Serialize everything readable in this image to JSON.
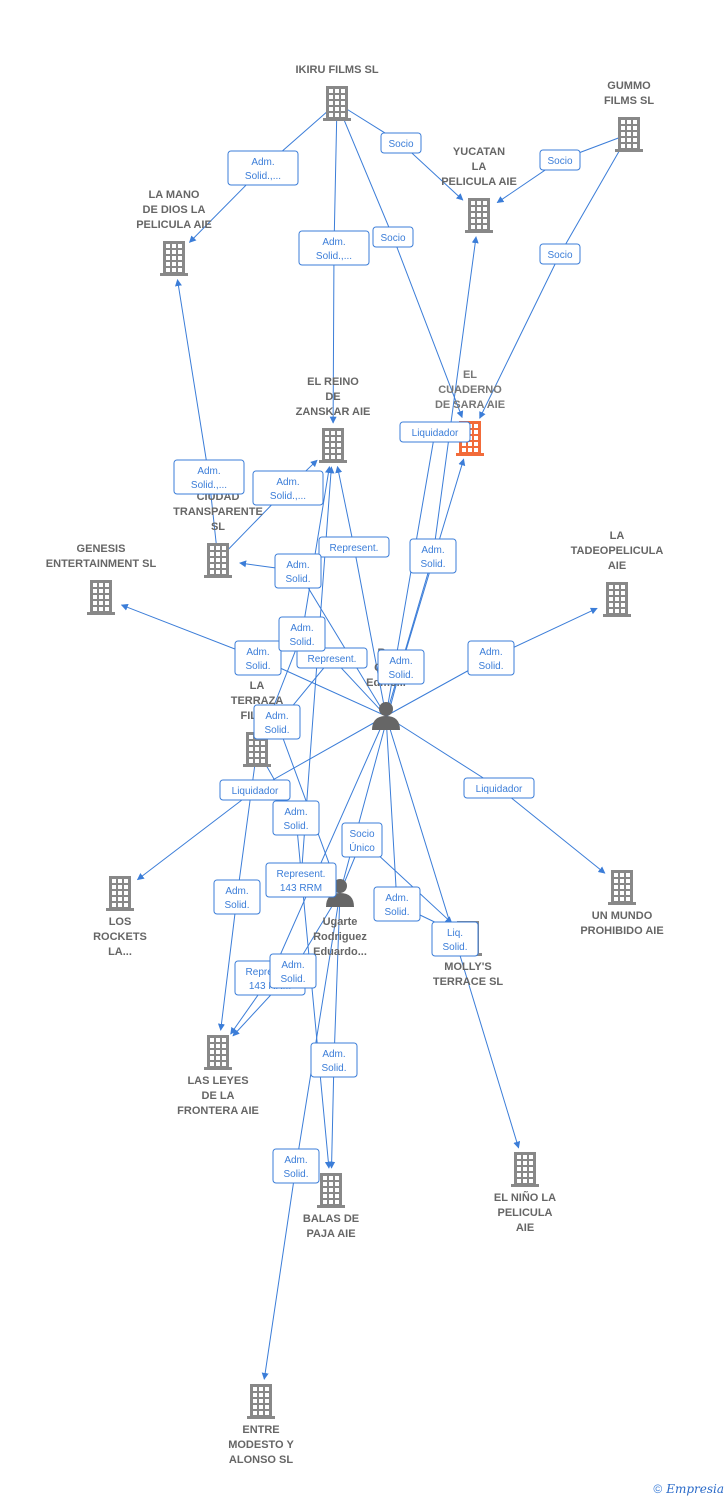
{
  "colors": {
    "accent": "#3b7dd8",
    "building": "#888888",
    "main_building": "#f26b3a",
    "person": "#666666"
  },
  "nodes": [
    {
      "id": "ikiru",
      "type": "building",
      "lines": [
        "IKIRU FILMS SL"
      ]
    },
    {
      "id": "gummo",
      "type": "building",
      "lines": [
        "GUMMO",
        "FILMS SL"
      ]
    },
    {
      "id": "yucatan",
      "type": "building",
      "lines": [
        "YUCATAN",
        "LA",
        "PELICULA AIE"
      ]
    },
    {
      "id": "lamano",
      "type": "building",
      "lines": [
        "LA MANO",
        "DE DIOS LA",
        "PELICULA AIE"
      ]
    },
    {
      "id": "reino",
      "type": "building",
      "lines": [
        "EL REINO",
        "DE",
        "ZANSKAR  AIE"
      ]
    },
    {
      "id": "cuaderno",
      "type": "building",
      "main": true,
      "lines": [
        "EL",
        "CUADERNO",
        "DE SARA AIE"
      ]
    },
    {
      "id": "ciudad",
      "type": "building",
      "lines": [
        "CIUDAD",
        "TRANSPARENTE",
        "SL"
      ]
    },
    {
      "id": "genesis",
      "type": "building",
      "lines": [
        "GENESIS",
        "ENTERTAINMENT SL"
      ]
    },
    {
      "id": "tadeo",
      "type": "building",
      "lines": [
        "LA",
        "TADEOPELICULA",
        "AIE"
      ]
    },
    {
      "id": "terraza",
      "type": "building",
      "lines": [
        "LA",
        "TERRAZA",
        "FILMS"
      ]
    },
    {
      "id": "rojo",
      "type": "person",
      "lines": [
        "R...",
        "Co...",
        "Edmo..."
      ]
    },
    {
      "id": "rockets",
      "type": "building",
      "lines": [
        "LOS",
        "ROCKETS",
        "LA..."
      ]
    },
    {
      "id": "ugarte",
      "type": "person",
      "lines": [
        "Ugarte",
        "Rodriguez",
        "Eduardo..."
      ]
    },
    {
      "id": "mundo",
      "type": "building",
      "lines": [
        "UN MUNDO",
        "PROHIBIDO AIE"
      ]
    },
    {
      "id": "mollys",
      "type": "building",
      "lines": [
        "MOLLY'S",
        "TERRACE  SL"
      ]
    },
    {
      "id": "leyes",
      "type": "building",
      "lines": [
        "LAS LEYES",
        "DE LA",
        "FRONTERA  AIE"
      ]
    },
    {
      "id": "balas",
      "type": "building",
      "lines": [
        "BALAS DE",
        "PAJA AIE"
      ]
    },
    {
      "id": "nino",
      "type": "building",
      "lines": [
        "EL NIÑO LA",
        "PELICULA",
        "AIE"
      ]
    },
    {
      "id": "entre",
      "type": "building",
      "lines": [
        "ENTRE",
        "MODESTO Y",
        "ALONSO  SL"
      ]
    }
  ],
  "edges": [
    {
      "from": "ikiru",
      "to": "lamano",
      "label": [
        "Adm.",
        "Solid.,..."
      ]
    },
    {
      "from": "ikiru",
      "to": "yucatan",
      "label": [
        "Socio"
      ]
    },
    {
      "from": "ikiru",
      "to": "cuaderno",
      "label": [
        "Socio"
      ]
    },
    {
      "from": "ikiru",
      "to": "reino",
      "label": [
        "Adm.",
        "Solid.,..."
      ]
    },
    {
      "from": "gummo",
      "to": "yucatan",
      "label": [
        "Socio"
      ]
    },
    {
      "from": "gummo",
      "to": "cuaderno",
      "label": [
        "Socio"
      ]
    },
    {
      "from": "rojo",
      "to": "cuaderno",
      "label": [
        "Liquidador"
      ]
    },
    {
      "from": "rojo",
      "to": "yucatan",
      "label": [
        "Adm.",
        "Solid."
      ]
    },
    {
      "from": "rojo",
      "to": "reino",
      "label": [
        "Represent."
      ]
    },
    {
      "from": "rojo",
      "to": "ciudad",
      "label": [
        "Adm.",
        "Solid."
      ]
    },
    {
      "from": "rojo",
      "to": "genesis",
      "label": [
        "Adm.",
        "Solid."
      ]
    },
    {
      "from": "rojo",
      "to": "tadeo",
      "label": [
        "Adm.",
        "Solid."
      ]
    },
    {
      "from": "rojo",
      "to": "mundo",
      "label": [
        "Liquidador"
      ]
    },
    {
      "from": "rojo",
      "to": "rockets",
      "label": [
        "Liquidador"
      ]
    },
    {
      "from": "rojo",
      "to": "mollys",
      "label": [
        "Adm.",
        "Solid."
      ]
    },
    {
      "from": "rojo",
      "to": "nino",
      "label": [
        "Liq.",
        "Solid."
      ]
    },
    {
      "from": "rojo",
      "to": "leyes",
      "label": [
        "Represent.",
        "143 RRM"
      ]
    },
    {
      "from": "rojo",
      "to": "terraza",
      "label": [
        "Represent."
      ]
    },
    {
      "from": "ciudad",
      "to": "lamano",
      "label": [
        "Adm.",
        "Solid.,..."
      ]
    },
    {
      "from": "ciudad",
      "to": "reino",
      "label": [
        "Adm.",
        "Solid.,..."
      ]
    },
    {
      "from": "terraza",
      "to": "reino",
      "label": [
        "Adm.",
        "Solid."
      ]
    },
    {
      "from": "terraza",
      "to": "leyes",
      "label": [
        "Adm.",
        "Solid."
      ]
    },
    {
      "from": "terraza",
      "to": "balas",
      "label": [
        "Adm.",
        "Solid."
      ]
    },
    {
      "from": "ugarte",
      "to": "reino",
      "label": [
        "Represent.",
        "143 RRM"
      ]
    },
    {
      "from": "ugarte",
      "to": "cuaderno",
      "label": [
        "Adm.",
        "Solid."
      ]
    },
    {
      "from": "ugarte",
      "to": "terraza",
      "label": [
        "Adm.",
        "Solid."
      ]
    },
    {
      "from": "ugarte",
      "to": "mollys",
      "label": [
        "Socio",
        "Único"
      ]
    },
    {
      "from": "ugarte",
      "to": "leyes",
      "label": [
        "Adm.",
        "Solid."
      ]
    },
    {
      "from": "ugarte",
      "to": "balas",
      "label": [
        "Adm.",
        "Solid."
      ]
    },
    {
      "from": "ugarte",
      "to": "entre",
      "label": [
        "Adm.",
        "Solid."
      ]
    }
  ],
  "footer": {
    "copyright": "©",
    "brand": "Empresia"
  }
}
